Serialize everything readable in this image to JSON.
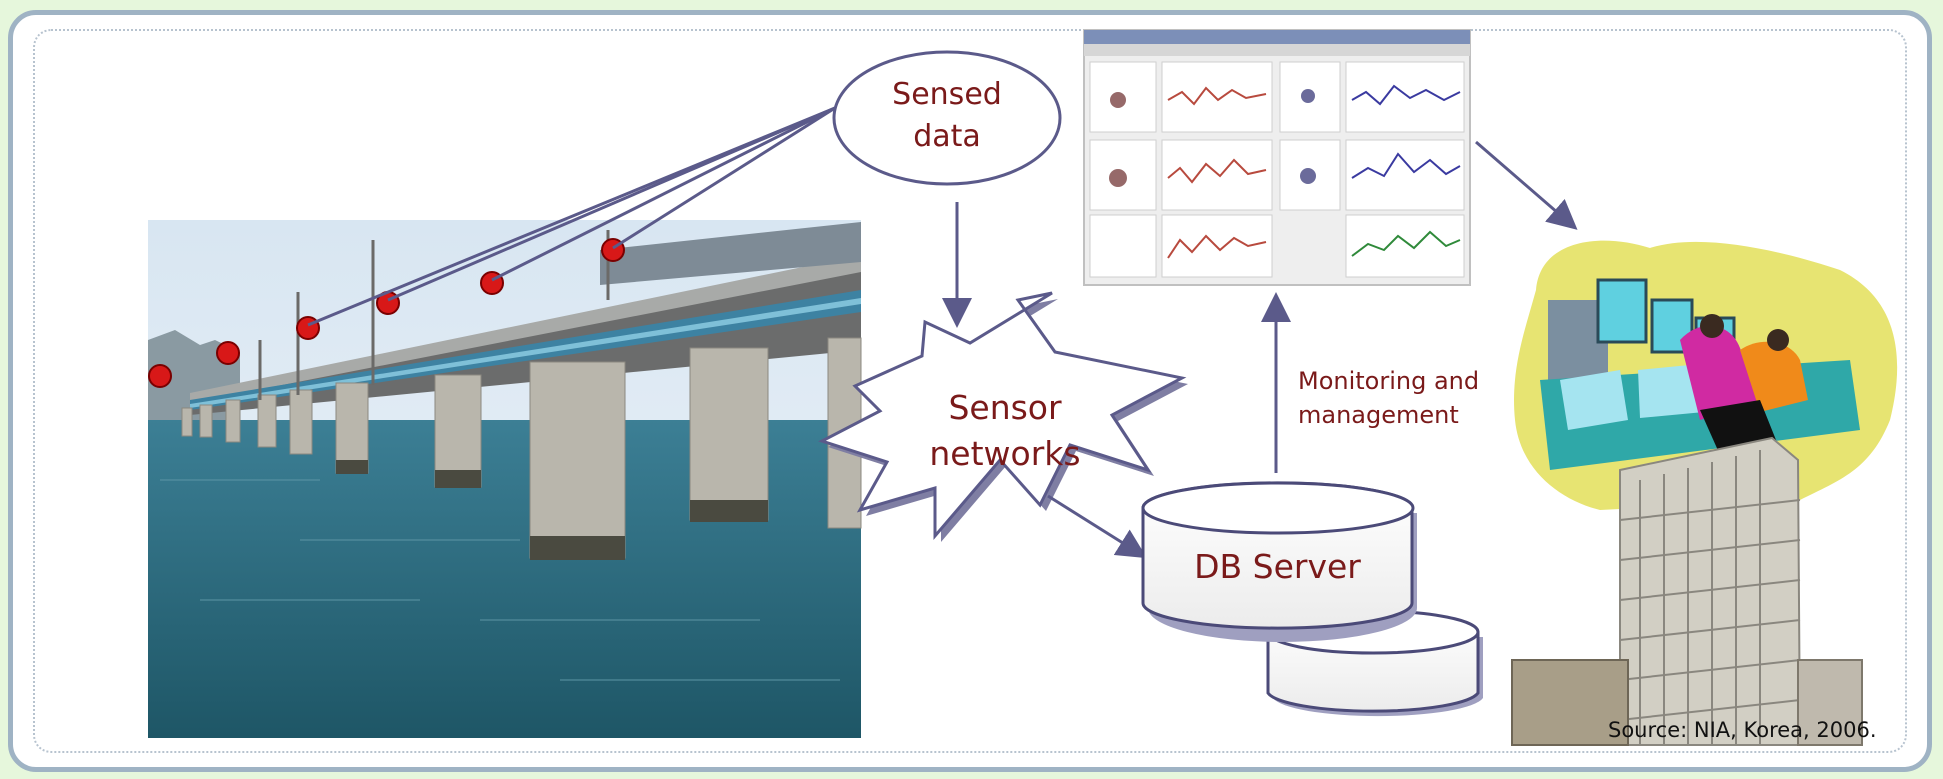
{
  "labels": {
    "sensed_data": "Sensed\ndata",
    "sensor_networks": "Sensor\nnetworks",
    "db_server": "DB Server",
    "monitoring": "Monitoring and\nmanagement",
    "source": "Source: NIA, Korea, 2006."
  },
  "images": {
    "bridge": "bridge-photo",
    "dashboard": "monitoring-dashboard-screenshot",
    "operators": "control-room-operators-clipart"
  },
  "colors": {
    "arrow": "#5b5a8a",
    "text": "#7a1a1a",
    "sensor": "#d81818",
    "frame": "#9fb3c4"
  }
}
